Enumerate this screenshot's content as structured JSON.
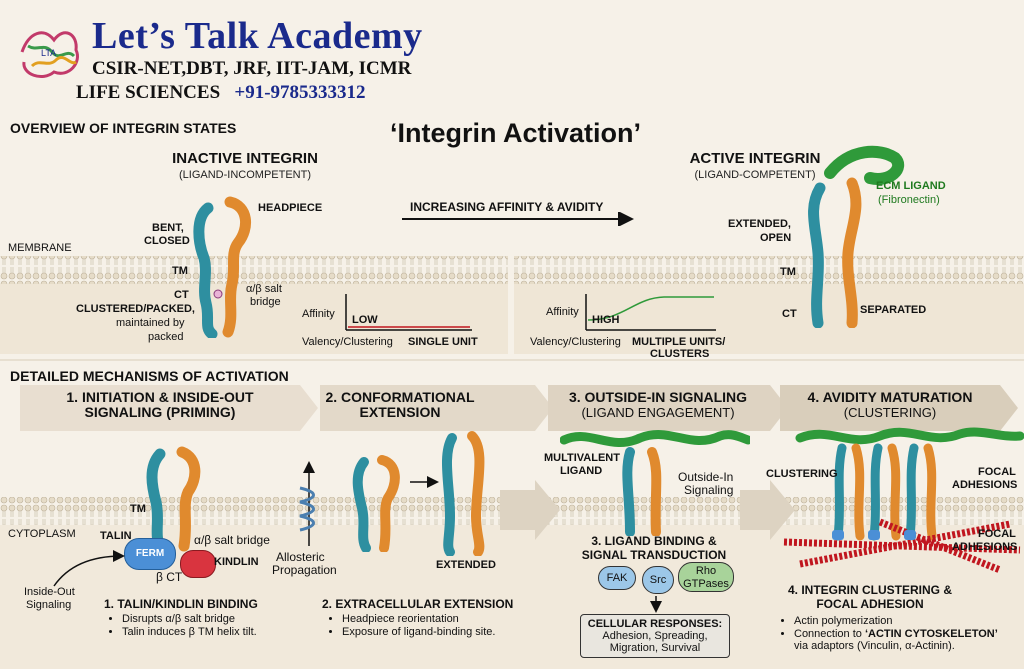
{
  "header": {
    "title": "Let’s Talk Academy",
    "subtitle": "CSIR-NET,DBT, JRF, IIT-JAM, ICMR",
    "line3_text": "LIFE SCIENCES",
    "phone": "+91-9785333312",
    "logo_text": "LTA"
  },
  "overview": {
    "section_title": "OVERVIEW OF INTEGRIN STATES",
    "main_title": "‘Integrin Activation’",
    "membrane_label": "MEMBRANE",
    "inactive": {
      "title": "INACTIVE INTEGRIN",
      "subtitle": "(LIGAND-INCOMPETENT)",
      "headpiece": "HEADPIECE",
      "bent": "BENT,",
      "closed": "CLOSED",
      "tm": "TM",
      "ct": "CT",
      "salt_bridge": "α/β salt",
      "bridge": "bridge",
      "clustered": "CLUSTERED/PACKED,",
      "maintained": "maintained by",
      "packed": "packed",
      "affinity": "Affinity",
      "level": "LOW",
      "valency": "Valency/Clustering",
      "unit": "SINGLE UNIT"
    },
    "arrow_label": "INCREASING AFFINITY & AVIDITY",
    "active": {
      "title": "ACTIVE INTEGRIN",
      "subtitle": "(LIGAND-COMPETENT)",
      "ligand": "ECM LIGAND",
      "ligand_sub": "(Fibronectin)",
      "extended": "EXTENDED,",
      "open": "OPEN",
      "tm": "TM",
      "ct": "CT",
      "separated": "SEPARATED",
      "affinity": "Affinity",
      "level": "HIGH",
      "valency": "Valency/Clustering",
      "units": "MULTIPLE UNITS/",
      "clusters": "CLUSTERS"
    }
  },
  "mechanisms": {
    "section_title": "DETAILED MECHANISMS OF ACTIVATION",
    "cytoplasm_label": "CYTOPLASM",
    "step1": {
      "title": "1. INITIATION & INSIDE-OUT",
      "title2": "SIGNALING (PRIMING)",
      "tm": "TM",
      "talin": "TALIN",
      "ferm": "FERM",
      "salt_bridge": "α/β salt bridge",
      "kindlin": "KINDLIN",
      "bct": "β CT",
      "inside_out": "Inside-Out",
      "signaling": "Signaling",
      "sub_title": "1. TALIN/KINDLIN BINDING",
      "bullets": [
        "Disrupts α/β salt bridge",
        "Talin induces β TM helix tilt."
      ]
    },
    "step2": {
      "title": "2. CONFORMATIONAL",
      "title2": "EXTENSION",
      "allosteric": "Allosteric",
      "propagation": "Propagation",
      "extended": "EXTENDED",
      "sub_title": "2. EXTRACELLULAR EXTENSION",
      "bullets": [
        "Headpiece reorientation",
        "Exposure of ligand-binding site."
      ]
    },
    "step3": {
      "title": "3. OUTSIDE-IN SIGNALING",
      "subtitle": "(LIGAND ENGAGEMENT)",
      "multivalent": "MULTIVALENT",
      "ligand": "LIGAND",
      "outside_in": "Outside-In",
      "signaling": "Signaling",
      "sub_title": "3. LIGAND BINDING &",
      "sub_title2": "SIGNAL TRANSDUCTION",
      "fak": "FAK",
      "src": "Src",
      "rho": "Rho",
      "gtpases": "GTPases",
      "resp_title": "CELLULAR RESPONSES:",
      "resp_line1": "Adhesion, Spreading,",
      "resp_line2": "Migration, Survival"
    },
    "step4": {
      "title": "4. AVIDITY MATURATION",
      "subtitle": "(CLUSTERING)",
      "clustering": "CLUSTERING",
      "focal": "FOCAL",
      "adhesions": "ADHESIONS",
      "focal2": "FOCAL",
      "adhesions2": "ADHESIONS",
      "sub_title": "4. INTEGRIN CLUSTERING &",
      "sub_title2": "FOCAL ADHESION",
      "bullet1": "Actin polymerization",
      "bullet2_a": "Connection to ",
      "bullet2_b": "‘ACTIN CYTOSKELETON’",
      "bullet2_c": "via adaptors (Vinculin, α-Actinin)."
    }
  },
  "colors": {
    "alpha": "#2e8fa0",
    "beta": "#e08a2e",
    "ligand": "#2f9a3a",
    "talin": "#4b8fd6",
    "kindlin": "#d9343f",
    "actin": "#c0161f",
    "brand": "#1a2a8c"
  }
}
